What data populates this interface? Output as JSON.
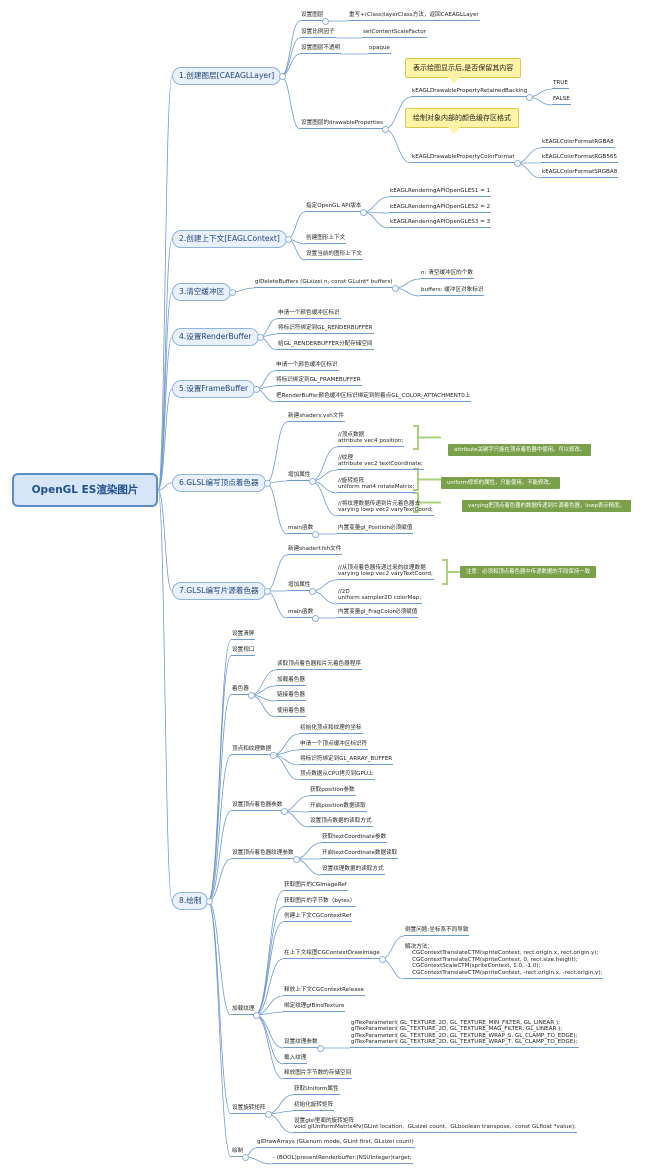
{
  "root": "OpenGL ES渲染图片",
  "sections": [
    {
      "id": "s1",
      "label": "1.创建图层[CAEAGLLayer]",
      "children": [
        {
          "id": "s1a",
          "label": "设置图层",
          "children": [
            {
              "id": "s1a1",
              "label": "重写+(Class)layerClass方法，返回CAEAGLLayer"
            }
          ]
        },
        {
          "id": "s1b",
          "label": "设置比例因子",
          "children": [
            {
              "id": "s1b1",
              "label": "setContentScaleFactor"
            }
          ]
        },
        {
          "id": "s1c",
          "label": "设置图层不透明",
          "children": [
            {
              "id": "s1c1",
              "label": "opaque"
            }
          ]
        },
        {
          "id": "s1d",
          "label": "设置图层的drawableProperties",
          "children": [
            {
              "id": "s1d1",
              "label": "kEAGLDrawablePropertyRetainedBacking",
              "children": [
                {
                  "id": "s1d1a",
                  "label": "TRUE"
                },
                {
                  "id": "s1d1b",
                  "label": "FALSE"
                }
              ]
            },
            {
              "id": "s1d2",
              "label": "kEAGLDrawablePropertyColorFormat",
              "children": [
                {
                  "id": "s1d2a",
                  "label": "kEAGLColorFormatRGBA8"
                },
                {
                  "id": "s1d2b",
                  "label": "kEAGLColorFormatRGB565"
                },
                {
                  "id": "s1d2c",
                  "label": "kEAGLColorFormatSRGBA8"
                }
              ]
            }
          ]
        }
      ]
    },
    {
      "id": "s2",
      "label": "2.创建上下文[EAGLContext]",
      "children": [
        {
          "id": "s2a",
          "label": "指定OpenGL API版本",
          "children": [
            {
              "id": "s2a1",
              "label": "kEAGLRenderingAPIOpenGLES1 = 1"
            },
            {
              "id": "s2a2",
              "label": "kEAGLRenderingAPIOpenGLES2 = 2"
            },
            {
              "id": "s2a3",
              "label": "kEAGLRenderingAPIOpenGLES3 = 3"
            }
          ]
        },
        {
          "id": "s2b",
          "label": "创建图形上下文"
        },
        {
          "id": "s2c",
          "label": "设置当前的图形上下文"
        }
      ]
    },
    {
      "id": "s3",
      "label": "3.清空缓冲区",
      "children": [
        {
          "id": "s3a",
          "label": "glDeleteBuffers (GLsizei n, const GLuint* buffers)",
          "children": [
            {
              "id": "s3a1",
              "label": "n: 清空缓冲区的个数"
            },
            {
              "id": "s3a2",
              "label": "buffers: 缓冲区对象标识"
            }
          ]
        }
      ]
    },
    {
      "id": "s4",
      "label": "4.设置RenderBuffer",
      "children": [
        {
          "id": "s4a",
          "label": "申请一个颜色缓冲区标识"
        },
        {
          "id": "s4b",
          "label": "将标识符绑定到GL_RENDERBUFFER"
        },
        {
          "id": "s4c",
          "label": "给GL_RENDERBUFFER分配存储空间"
        }
      ]
    },
    {
      "id": "s5",
      "label": "5.设置FrameBuffer",
      "children": [
        {
          "id": "s5a",
          "label": "申请一个颜色缓冲区标识"
        },
        {
          "id": "s5b",
          "label": "将标识绑定到GL_FRAMEBUFFER"
        },
        {
          "id": "s5c",
          "label": "把RenderBuffer颜色缓冲区标识绑定到附着点GL_COLOR_ATTACHMENT0上"
        }
      ]
    },
    {
      "id": "s6",
      "label": "6.GLSL编写顶点着色器",
      "children": [
        {
          "id": "s6a",
          "label": "新建shaderv.vsh文件"
        },
        {
          "id": "s6b",
          "label": "增加属性",
          "children": [
            {
              "id": "s6b1",
              "label": "//顶点数据\nattribute vec4 position;"
            },
            {
              "id": "s6b2",
              "label": "//纹理\nattribute vec2 textCoordinate;"
            },
            {
              "id": "s6b3",
              "label": "//旋转矩阵\nuniform mat4 rotateMatrix;"
            },
            {
              "id": "s6b4",
              "label": "//将纹理数据传递到片元着色器去\nvarying lowp vec2 varyTextCoord;"
            }
          ]
        },
        {
          "id": "s6c",
          "label": "main函数",
          "children": [
            {
              "id": "s6c1",
              "label": "内置变量gl_Position必须赋值"
            }
          ]
        }
      ]
    },
    {
      "id": "s7",
      "label": "7.GLSL编写片源着色器",
      "children": [
        {
          "id": "s7a",
          "label": "新建shaderf.fsh文件"
        },
        {
          "id": "s7b",
          "label": "增加属性",
          "children": [
            {
              "id": "s7b1",
              "label": "//从顶点着色器传递过来的纹理数据\nvarying lowp vec2 varyTextCoord;"
            },
            {
              "id": "s7b2",
              "label": "//2D\nuniform sampler2D colorMap;"
            }
          ]
        },
        {
          "id": "s7c",
          "label": "main函数",
          "children": [
            {
              "id": "s7c1",
              "label": "内置变量gl_FragColor必须赋值"
            }
          ]
        }
      ]
    },
    {
      "id": "s8",
      "label": "8.绘制",
      "children": [
        {
          "id": "s8a",
          "label": "设置清屏"
        },
        {
          "id": "s8b",
          "label": "设置视口"
        },
        {
          "id": "s8c",
          "label": "着色器",
          "children": [
            {
              "id": "s8c1",
              "label": "读取顶点着色器和片元着色器程序"
            },
            {
              "id": "s8c2",
              "label": "加载着色器"
            },
            {
              "id": "s8c3",
              "label": "链接着色器"
            },
            {
              "id": "s8c4",
              "label": "使用着色器"
            }
          ]
        },
        {
          "id": "s8d",
          "label": "顶点和纹理数据",
          "children": [
            {
              "id": "s8d1",
              "label": "初始化顶点和纹理的坐标"
            },
            {
              "id": "s8d2",
              "label": "申请一个顶点缓冲区标识符"
            },
            {
              "id": "s8d3",
              "label": "将标识符绑定到GL_ARRAY_BUFFER"
            },
            {
              "id": "s8d4",
              "label": "顶点数据从CPU拷贝到GPU上"
            }
          ]
        },
        {
          "id": "s8e",
          "label": "设置顶点着色器参数",
          "children": [
            {
              "id": "s8e1",
              "label": "获取position参数"
            },
            {
              "id": "s8e2",
              "label": "开启position数据读取"
            },
            {
              "id": "s8e3",
              "label": "设置顶点数据的读取方式"
            }
          ]
        },
        {
          "id": "s8f",
          "label": "设置顶点着色器纹理参数",
          "children": [
            {
              "id": "s8f1",
              "label": "获取textCoordinate参数"
            },
            {
              "id": "s8f2",
              "label": "开启textCoordinate数据读取"
            },
            {
              "id": "s8f3",
              "label": "设置纹理数据的读取方式"
            }
          ]
        },
        {
          "id": "s8g",
          "label": "加载纹理",
          "children": [
            {
              "id": "s8g1",
              "label": "获取图片的CGImageRef"
            },
            {
              "id": "s8g2",
              "label": "获取图片的字节数（bytes）"
            },
            {
              "id": "s8g3",
              "label": "创建上下文CGContextRef"
            },
            {
              "id": "s8g4",
              "label": "在上下文绘图CGContextDrawImage",
              "children": [
                {
                  "id": "s8g4a",
                  "label": "倒置问题:坐标系不同导致"
                },
                {
                  "id": "s8g4b",
                  "label": "解决方法：\n    CGContextTranslateCTM(spriteContext, rect.origin.x, rect.origin.y);\n    CGContextTranslateCTM(spriteContext, 0, rect.size.height);\n    CGContextScaleCTM(spriteContext, 1.0, -1.0);\n    CGContextTranslateCTM(spriteContext, -rect.origin.x, -rect.origin.y);"
                }
              ]
            },
            {
              "id": "s8g5",
              "label": "释放上下文CGContextRelease"
            },
            {
              "id": "s8g6",
              "label": "绑定纹理glBindTexture"
            },
            {
              "id": "s8g7",
              "label": "设置纹理参数",
              "children": [
                {
                  "id": "s8g7a",
                  "label": "glTexParameteri( GL_TEXTURE_2D, GL_TEXTURE_MIN_FILTER, GL_LINEAR );\nglTexParameteri( GL_TEXTURE_2D, GL_TEXTURE_MAG_FILTER, GL_LINEAR );\nglTexParameteri( GL_TEXTURE_2D, GL_TEXTURE_WRAP_S, GL_CLAMP_TO_EDGE);\nglTexParameteri( GL_TEXTURE_2D, GL_TEXTURE_WRAP_T, GL_CLAMP_TO_EDGE);"
                }
              ]
            },
            {
              "id": "s8g8",
              "label": "载入纹理"
            },
            {
              "id": "s8g9",
              "label": "释放图片字节数的存储空间"
            }
          ]
        },
        {
          "id": "s8h",
          "label": "设置旋转矩阵",
          "children": [
            {
              "id": "s8h1",
              "label": "获取Uniform属性"
            },
            {
              "id": "s8h2",
              "label": "初始化旋转矩阵"
            },
            {
              "id": "s8h3",
              "label": "设置glsl里面的旋转矩阵\nvoid glUniformMatrix4fv(GLint location,  GLsizei count,  GLboolean transpose,  const GLfloat *value);"
            }
          ]
        },
        {
          "id": "s8i",
          "label": "绘制",
          "children": [
            {
              "id": "s8i1",
              "label": "glDrawArrays (GLenum mode, GLint first, GLsizei count)"
            },
            {
              "id": "s8i2",
              "label": "- (BOOL)presentRenderbuffer:(NSUInteger)target;"
            }
          ]
        }
      ]
    }
  ],
  "callouts": [
    {
      "id": "c1",
      "text": "表示绘图显示后,是否保留其内容"
    },
    {
      "id": "c2",
      "text": "绘制对象内部的颜色缓存区格式"
    }
  ],
  "notes": [
    {
      "id": "n1",
      "text": "attribute关键字只能在顶点着色器中使用。可以修改。"
    },
    {
      "id": "n2",
      "text": "uniform修饰的属性，只能使用，不能修改。"
    },
    {
      "id": "n3",
      "text": "varying把顶点着色器的数据传递到片源着色器，lowp表示精度。"
    },
    {
      "id": "n4",
      "text": "注意：必须和顶点着色器中传递数据的字段保持一致"
    }
  ],
  "colors": {
    "link": "#6f9ad0",
    "section_fill": "#e9f1fc",
    "root_fill": "#d6e5f7",
    "callout": "#fff3a6",
    "note": "#7aa04a",
    "bracket": "#a9d27d"
  }
}
